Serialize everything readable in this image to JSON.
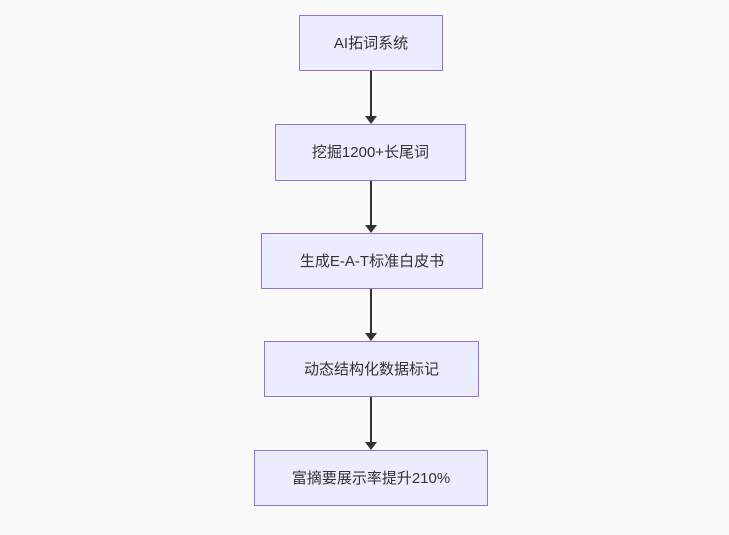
{
  "diagram": {
    "type": "flowchart",
    "direction": "top-down",
    "colors": {
      "background": "#fafafa",
      "node_fill": "#ececff",
      "node_border": "#9370db",
      "edge_color": "#333333",
      "text_color": "#333333"
    },
    "nodes": [
      {
        "label": "AI拓词系统"
      },
      {
        "label": "挖掘1200+长尾词"
      },
      {
        "label": "生成E-A-T标准白皮书"
      },
      {
        "label": "动态结构化数据标记"
      },
      {
        "label": "富摘要展示率提升210%"
      }
    ],
    "edges": [
      {
        "from": 0,
        "to": 1,
        "arrow": "down"
      },
      {
        "from": 1,
        "to": 2,
        "arrow": "down"
      },
      {
        "from": 2,
        "to": 3,
        "arrow": "down"
      },
      {
        "from": 3,
        "to": 4,
        "arrow": "down"
      }
    ]
  }
}
